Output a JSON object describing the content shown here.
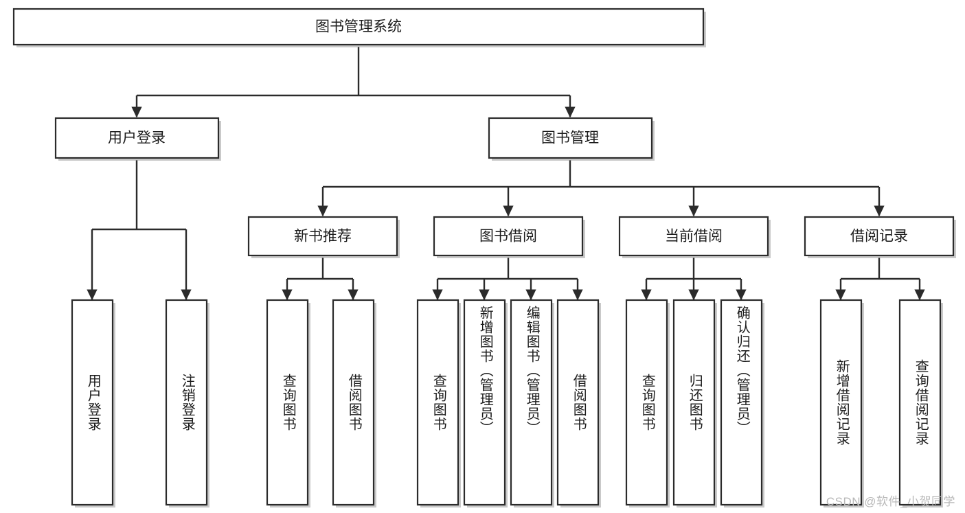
{
  "diagram": {
    "type": "tree",
    "title": "图书管理系统",
    "orientation": "top-down",
    "root": {
      "id": "root",
      "label": "图书管理系统"
    },
    "level2": [
      {
        "id": "user-login",
        "label": "用户登录"
      },
      {
        "id": "book-management",
        "label": "图书管理"
      }
    ],
    "level3": [
      {
        "id": "new-book-recommend",
        "label": "新书推荐",
        "parent": "book-management"
      },
      {
        "id": "book-borrow",
        "label": "图书借阅",
        "parent": "book-management"
      },
      {
        "id": "current-borrow",
        "label": "当前借阅",
        "parent": "book-management"
      },
      {
        "id": "borrow-record",
        "label": "借阅记录",
        "parent": "book-management"
      }
    ],
    "leaves": {
      "user-login": [
        {
          "id": "leaf-user-login",
          "label": "用户登录"
        },
        {
          "id": "leaf-logout",
          "label": "注销登录"
        }
      ],
      "new-book-recommend": [
        {
          "id": "leaf-query-book-1",
          "label": "查询图书"
        },
        {
          "id": "leaf-borrow-book-1",
          "label": "借阅图书"
        }
      ],
      "book-borrow": [
        {
          "id": "leaf-query-book-2",
          "label": "查询图书"
        },
        {
          "id": "leaf-add-book",
          "label": "新增图书（管理员）"
        },
        {
          "id": "leaf-edit-book",
          "label": "编辑图书（管理员）"
        },
        {
          "id": "leaf-borrow-book-2",
          "label": "借阅图书"
        }
      ],
      "current-borrow": [
        {
          "id": "leaf-query-book-3",
          "label": "查询图书"
        },
        {
          "id": "leaf-return-book",
          "label": "归还图书"
        },
        {
          "id": "leaf-confirm-return",
          "label": "确认归还（管理员）"
        }
      ],
      "borrow-record": [
        {
          "id": "leaf-add-record",
          "label": "新增借阅记录"
        },
        {
          "id": "leaf-query-record",
          "label": "查询借阅记录"
        }
      ]
    },
    "colors": {
      "box_fill": "#ffffff",
      "box_stroke": "#2b2b2b",
      "edge": "#2b2b2b",
      "text": "#1c1c1c",
      "watermark": "#b8b8b8",
      "background": "#ffffff"
    }
  },
  "watermark": {
    "text": "CSDN @软件_小贺同学"
  }
}
